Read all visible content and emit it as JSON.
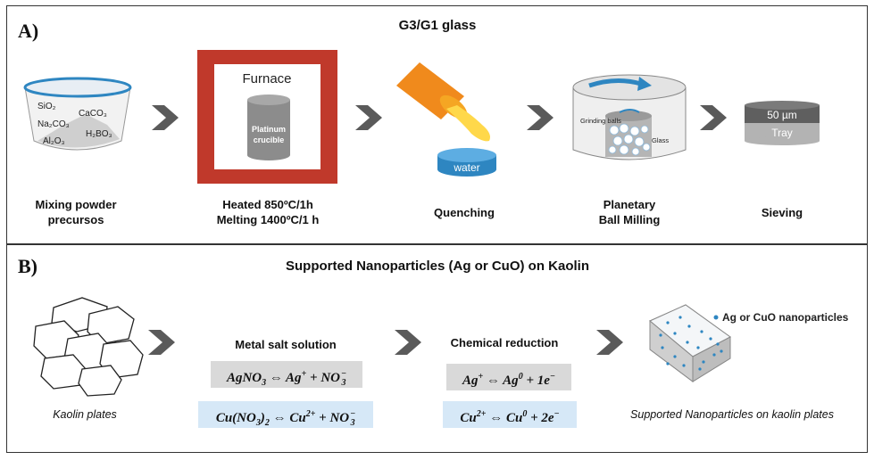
{
  "panel_a": {
    "tag": "A)",
    "title": "G3/G1 glass",
    "chem": {
      "sio2": "SiO₂",
      "caco3": "CaCO₃",
      "na2co3": "Na₂CO₃",
      "h2bo3": "H₂BO₃",
      "al2o3": "Al₂O₃"
    },
    "furnace_label": "Furnace",
    "crucible_line1": "Platinum",
    "crucible_line2": "crucible",
    "water_label": "water",
    "grinding_label": "Grinding balls",
    "glass_label": "Glass",
    "sieve_top": "50 µm",
    "sieve_bottom": "Tray",
    "steps": [
      {
        "line1": "Mixing powder",
        "line2": "precursos"
      },
      {
        "line1": "Heated  850ºC/1h",
        "line2": "Melting 1400ºC/1 h"
      },
      {
        "line1": "Quenching",
        "line2": ""
      },
      {
        "line1": "Planetary",
        "line2": "Ball Milling"
      },
      {
        "line1": "Sieving",
        "line2": ""
      }
    ]
  },
  "panel_b": {
    "tag": "B)",
    "title": "Supported Nanoparticles (Ag or CuO) on Kaolin",
    "kaolin_caption": "Kaolin plates",
    "metal_salt_title": "Metal salt solution",
    "chem_reduction_title": "Chemical reduction",
    "legend_label": "Ag or CuO nanoparticles",
    "result_caption": "Supported Nanoparticles on kaolin plates",
    "colors": {
      "gray_box": "#d9d9d9",
      "blue_box": "#d6e8f7",
      "nanoparticle": "#2e86c1"
    }
  },
  "colors": {
    "arrow": "#5a5a5a",
    "furnace": "#c0392b",
    "crucible": "#8c8c8c",
    "water": "#2e86c1",
    "molten": "#f08a1c"
  }
}
